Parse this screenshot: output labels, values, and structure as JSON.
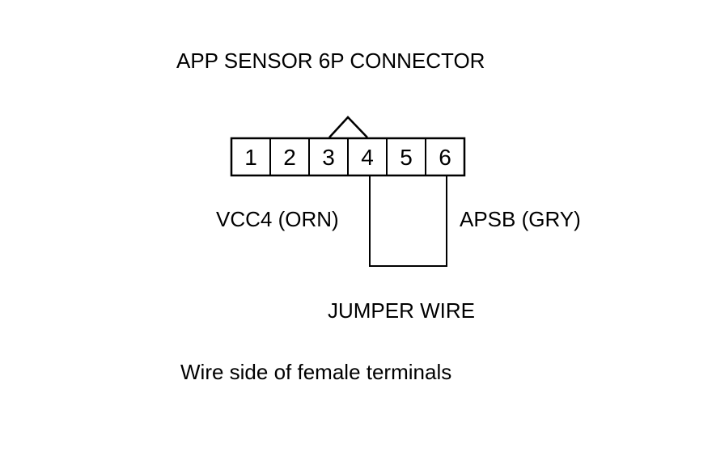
{
  "title": "APP SENSOR 6P CONNECTOR",
  "connector": {
    "pins": [
      "1",
      "2",
      "3",
      "4",
      "5",
      "6"
    ]
  },
  "wires": {
    "left_label": "VCC4 (ORN)",
    "right_label": "APSB (GRY)",
    "jumper_label": "JUMPER WIRE"
  },
  "note": "Wire side of female terminals",
  "colors": {
    "line": "#000000",
    "background": "#ffffff"
  }
}
